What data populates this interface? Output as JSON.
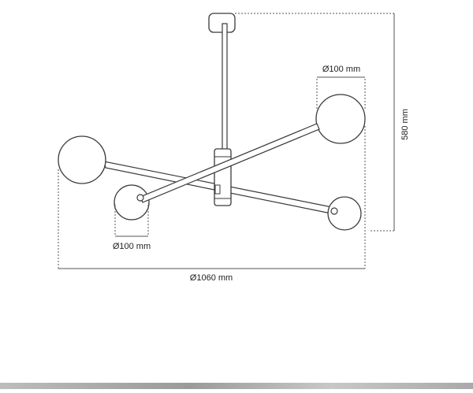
{
  "diagram": {
    "dimensions": {
      "top_right_globe_diameter": "Ø100 mm",
      "bottom_left_globe_diameter": "Ø100 mm",
      "total_height": "580 mm",
      "total_width": "Ø1060 mm"
    },
    "colors": {
      "outline": "#3a3a3a",
      "dimension": "#555555",
      "text": "#222222",
      "background": "#ffffff"
    }
  }
}
